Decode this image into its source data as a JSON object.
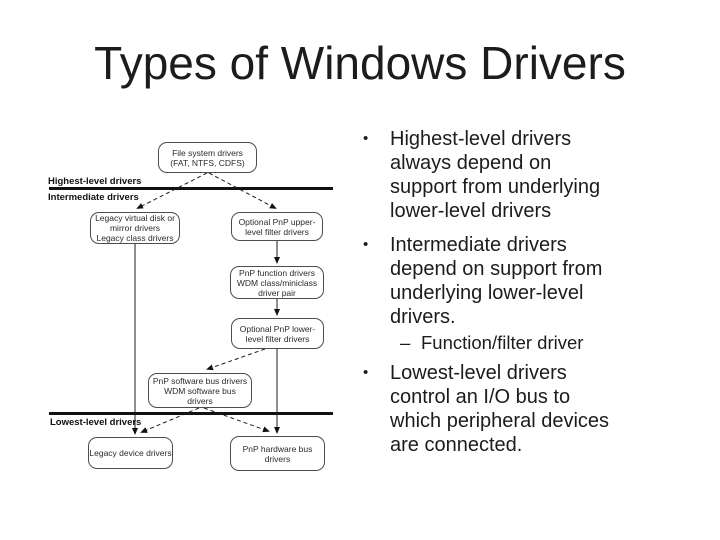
{
  "slide": {
    "title": "Types of Windows Drivers",
    "background_color": "#ffffff",
    "text_color": "#1c1c1c",
    "line_color": "#111111",
    "box_border_color": "#4d4d4d"
  },
  "diagram": {
    "layer_labels": {
      "highest": "Highest-level drivers",
      "intermediate": "Intermediate drivers",
      "lowest": "Lowest-level drivers"
    },
    "boxes": {
      "file_system": [
        "File system drivers",
        "(FAT, NTFS, CDFS)"
      ],
      "legacy_disk": [
        "Legacy virtual disk or",
        "mirror drivers",
        "Legacy class drivers"
      ],
      "pnp_upper": [
        "Optional PnP upper-",
        "level filter drivers"
      ],
      "pnp_function": [
        "PnP function drivers",
        "WDM class/miniclass",
        "driver pair"
      ],
      "pnp_lower": [
        "Optional PnP lower-",
        "level filter drivers"
      ],
      "software_bus": [
        "PnP software bus drivers",
        "WDM software bus",
        "drivers"
      ],
      "legacy_device": [
        "Legacy device drivers"
      ],
      "hardware_bus": [
        "PnP hardware bus",
        "drivers"
      ]
    }
  },
  "bullets": [
    {
      "marker": "•",
      "lines": [
        "Highest-level drivers",
        "always depend on",
        "support from underlying",
        "lower-level drivers"
      ]
    },
    {
      "marker": "•",
      "lines": [
        "Intermediate drivers",
        "depend on support from",
        "underlying lower-level",
        "drivers."
      ]
    },
    {
      "marker": "–",
      "lines": [
        "Function/filter driver"
      ]
    },
    {
      "marker": "•",
      "lines": [
        "Lowest-level drivers",
        "control an I/O bus to",
        "which peripheral devices",
        "are connected."
      ]
    }
  ]
}
